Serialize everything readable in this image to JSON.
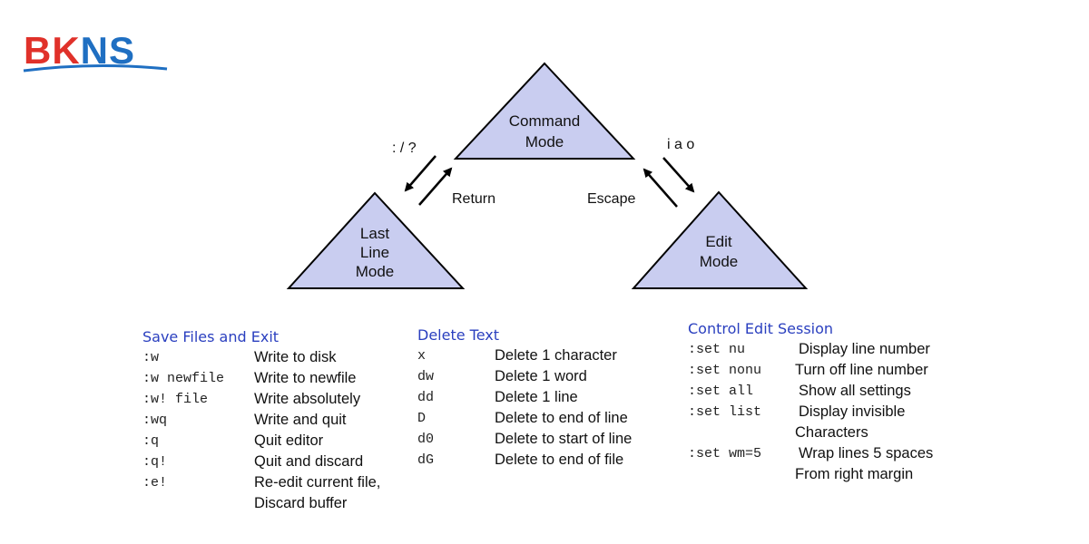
{
  "logo": {
    "part1": "BK",
    "part2": "NS"
  },
  "diagram": {
    "command_mode": [
      "Command",
      "Mode"
    ],
    "last_line_mode": [
      "Last",
      "Line",
      "Mode"
    ],
    "edit_mode": [
      "Edit",
      "Mode"
    ],
    "to_last_line": ": / ?",
    "return_label": "Return",
    "to_edit": "i a o",
    "escape_label": "Escape"
  },
  "save": {
    "title": "Save Files and Exit",
    "rows": [
      {
        "cmd": ":w",
        "desc": "Write to disk"
      },
      {
        "cmd": ":w newfile",
        "desc": "Write to newfile"
      },
      {
        "cmd": ":w! file",
        "desc": "Write absolutely"
      },
      {
        "cmd": ":wq",
        "desc": "Write and quit"
      },
      {
        "cmd": ":q",
        "desc": "Quit editor"
      },
      {
        "cmd": ":q!",
        "desc": "Quit and discard"
      },
      {
        "cmd": ":e!",
        "desc": "Re-edit current file,"
      },
      {
        "cmd": "",
        "desc": "Discard buffer"
      }
    ]
  },
  "delete": {
    "title": "Delete Text",
    "rows": [
      {
        "cmd": "x",
        "desc": "Delete 1 character"
      },
      {
        "cmd": "dw",
        "desc": "Delete 1 word"
      },
      {
        "cmd": "dd",
        "desc": "Delete 1 line"
      },
      {
        "cmd": "D",
        "desc": "Delete to end of line"
      },
      {
        "cmd": "d0",
        "desc": "Delete to start of line"
      },
      {
        "cmd": "dG",
        "desc": "Delete to end of file"
      }
    ]
  },
  "control": {
    "title": "Control Edit Session",
    "rows": [
      {
        "cmd": ":set nu",
        "desc": "Display line number"
      },
      {
        "cmd": ":set nonu",
        "desc": "Turn off line number"
      },
      {
        "cmd": ":set all",
        "desc": "Show all settings"
      },
      {
        "cmd": ":set list",
        "desc": "Display invisible"
      },
      {
        "cmd": "",
        "desc": "Characters"
      },
      {
        "cmd": ":set wm=5",
        "desc": "Wrap lines 5 spaces"
      },
      {
        "cmd": "",
        "desc": "From right margin"
      }
    ]
  },
  "colors": {
    "triangle_fill": "#c9cdf0",
    "title_blue": "#2a3fbf",
    "logo_red": "#e0312a",
    "logo_blue": "#1f6fc2"
  }
}
